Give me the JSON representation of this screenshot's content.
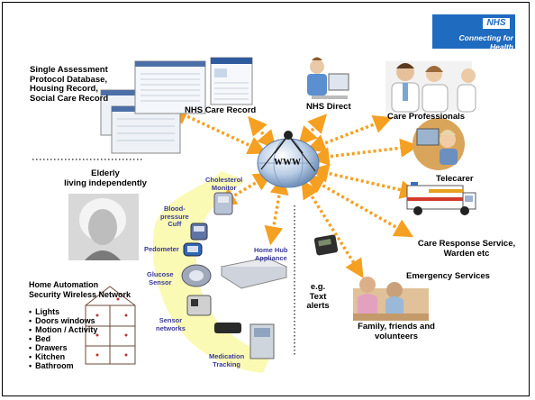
{
  "branding": {
    "logo": "NHS",
    "subtitle": "Connecting for Health",
    "color": "#1f6bbf"
  },
  "labels": {
    "single_assessment": [
      "Single Assessment",
      "Protocol Database,",
      "Housing Record,",
      "Social Care Record"
    ],
    "nhs_care_record": "NHS Care Record",
    "nhs_direct": "NHS Direct",
    "care_professionals": "Care Professionals",
    "telecarer": "Telecarer",
    "care_response": [
      "Care Response Service,",
      "Warden etc"
    ],
    "emergency_services": "Emergency Services",
    "family": [
      "Family, friends and",
      "volunteers"
    ],
    "text_alerts": [
      "e.g.",
      "Text",
      "alerts"
    ],
    "elderly": [
      "Elderly",
      "living independently"
    ],
    "home_automation": [
      "Home Automation",
      "Security Wireless Network"
    ],
    "www": "WWW",
    "home_hub": [
      "Home Hub",
      "Appliance"
    ]
  },
  "devices": {
    "cholesterol": [
      "Cholesterol",
      "Monitor"
    ],
    "blood_pressure": [
      "Blood-",
      "pressure",
      "Cuff"
    ],
    "pedometer": "Pedometer",
    "glucose": [
      "Glucose",
      "Sensor"
    ],
    "sensor_networks": [
      "Sensor",
      "networks"
    ],
    "medication": [
      "Medication",
      "Tracking"
    ]
  },
  "home_items": [
    "Lights",
    "Doors windows",
    "Motion / Activity",
    "Bed",
    "Drawers",
    "Kitchen",
    "Bathroom"
  ],
  "colors": {
    "arrow": "#f5a020",
    "device_text": "#3a3a9a",
    "highlight": "#fafab4"
  }
}
